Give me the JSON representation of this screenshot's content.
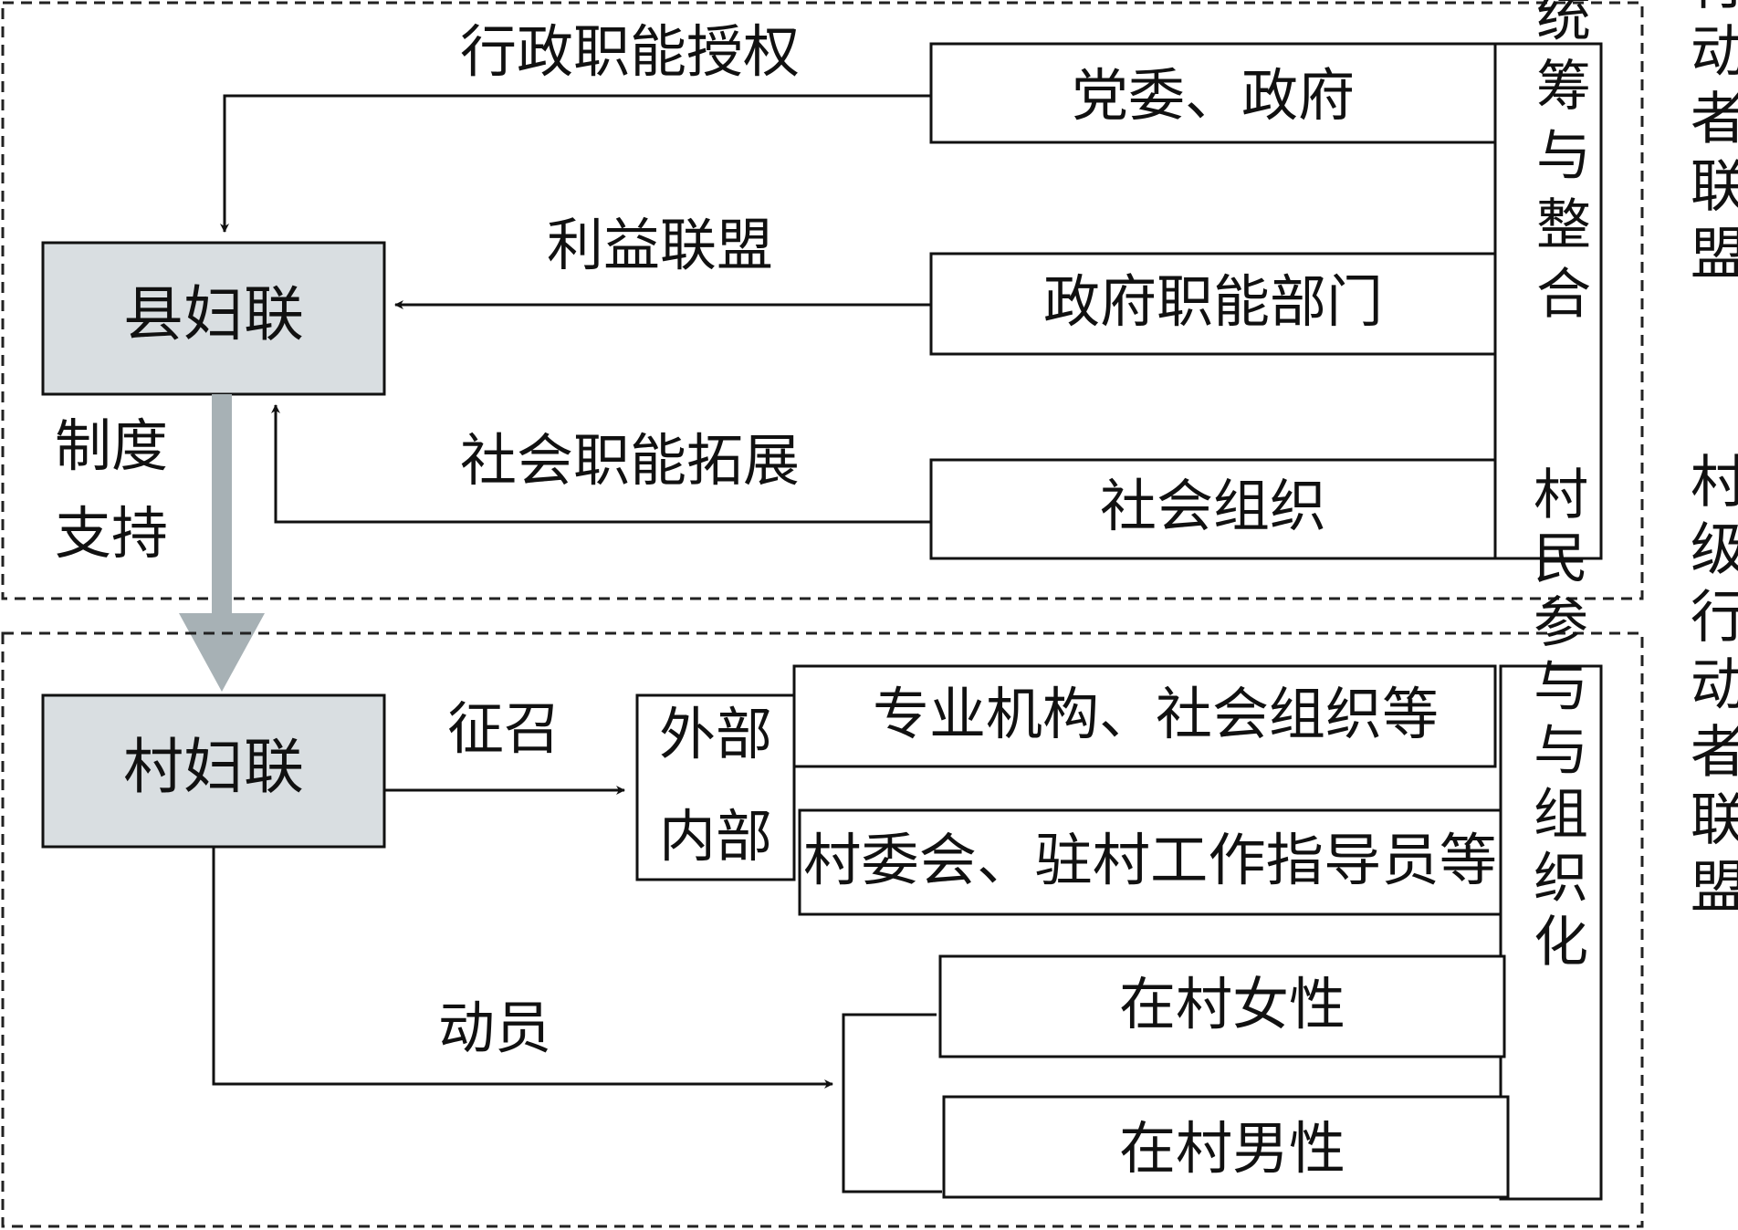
{
  "county": {
    "side_label": "县级行动者联盟",
    "central_node": "县妇联",
    "resource_label": "资源统筹与整合",
    "sources": [
      "党委、政府",
      "政府职能部门",
      "社会组织"
    ],
    "edges": [
      "行政职能授权",
      "利益联盟",
      "社会职能拓展"
    ]
  },
  "support_label": "制度支持",
  "village": {
    "side_label": "村级行动者联盟",
    "central_node": "村妇联",
    "participation_label": "村民参与与组织化",
    "recruit_label": "征召",
    "external_label": "外部",
    "internal_label": "内部",
    "external_box": "专业机构、社会组织等",
    "internal_box": "村委会、驻村工作指导员等",
    "mobilize_label": "动员",
    "mobilize_targets": [
      "在村女性",
      "在村男性"
    ]
  }
}
